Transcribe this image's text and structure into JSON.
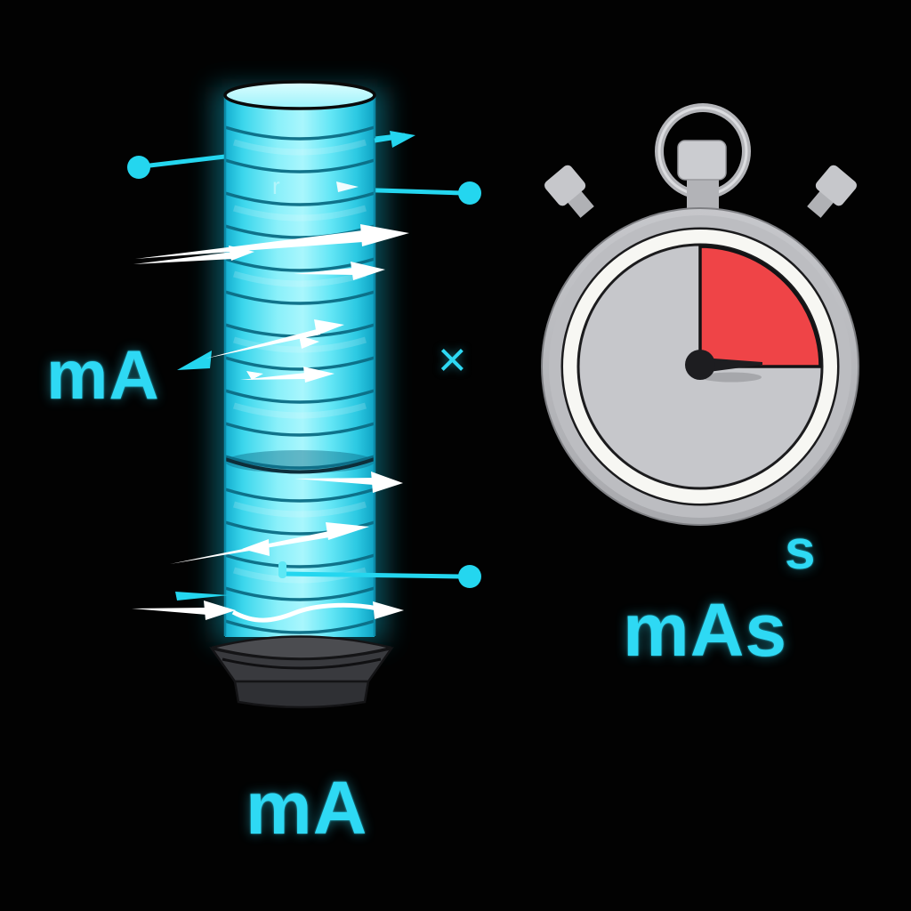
{
  "scene": {
    "title": "mA times s equals mAs exposure diagram",
    "background_color": "#020202",
    "accent_cyan": "#2ed9f4",
    "labels": {
      "ma_left": "mA",
      "times_sign": "×",
      "seconds": "s",
      "mas": "mAs",
      "ma_bottom": "mA"
    },
    "tube": {
      "description": "glowing cyan coil tube on dark mount with white current arrows and cyan callout dots",
      "faint_glyph": "r",
      "colors": {
        "body_cyan": "#35d8ee",
        "top_highlight": "#c8fbfe",
        "coil_line": "#0b6d85",
        "mount_gray": "#3a3b3f",
        "arrow_white": "#ffffff",
        "callout_cyan": "#24d6ef"
      }
    },
    "stopwatch": {
      "description": "stopwatch with red quarter sector from 12 to 3 o'clock, hand pointing at 3",
      "colors": {
        "bezel_gray": "#b7b8bc",
        "ring_white": "#f7f7f3",
        "face_gray": "#c6c7cb",
        "sector_red": "#ef4447",
        "hand_black": "#1d1d20"
      }
    }
  }
}
